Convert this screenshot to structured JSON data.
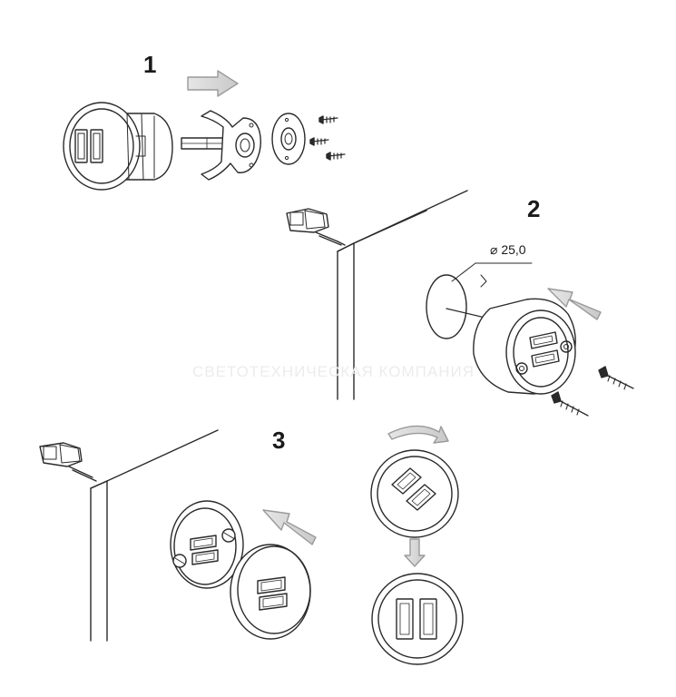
{
  "steps": {
    "one": "1",
    "two": "2",
    "three": "3"
  },
  "dimension": {
    "diameter_symbol": "⌀",
    "value": "25,0"
  },
  "watermark": "СВЕТОТЕХНИЧЕСКАЯ КОМПАНИЯ",
  "colors": {
    "line": "#2a2a2a",
    "arrow_fill": "#d8d8d8",
    "panel_face": "#ffffff"
  },
  "icons": [
    "arrow-right-icon",
    "arrow-left-icon",
    "rotate-arrow-icon",
    "arrow-down-icon",
    "screw-icon",
    "usb-port-icon",
    "cable-connector-icon"
  ]
}
